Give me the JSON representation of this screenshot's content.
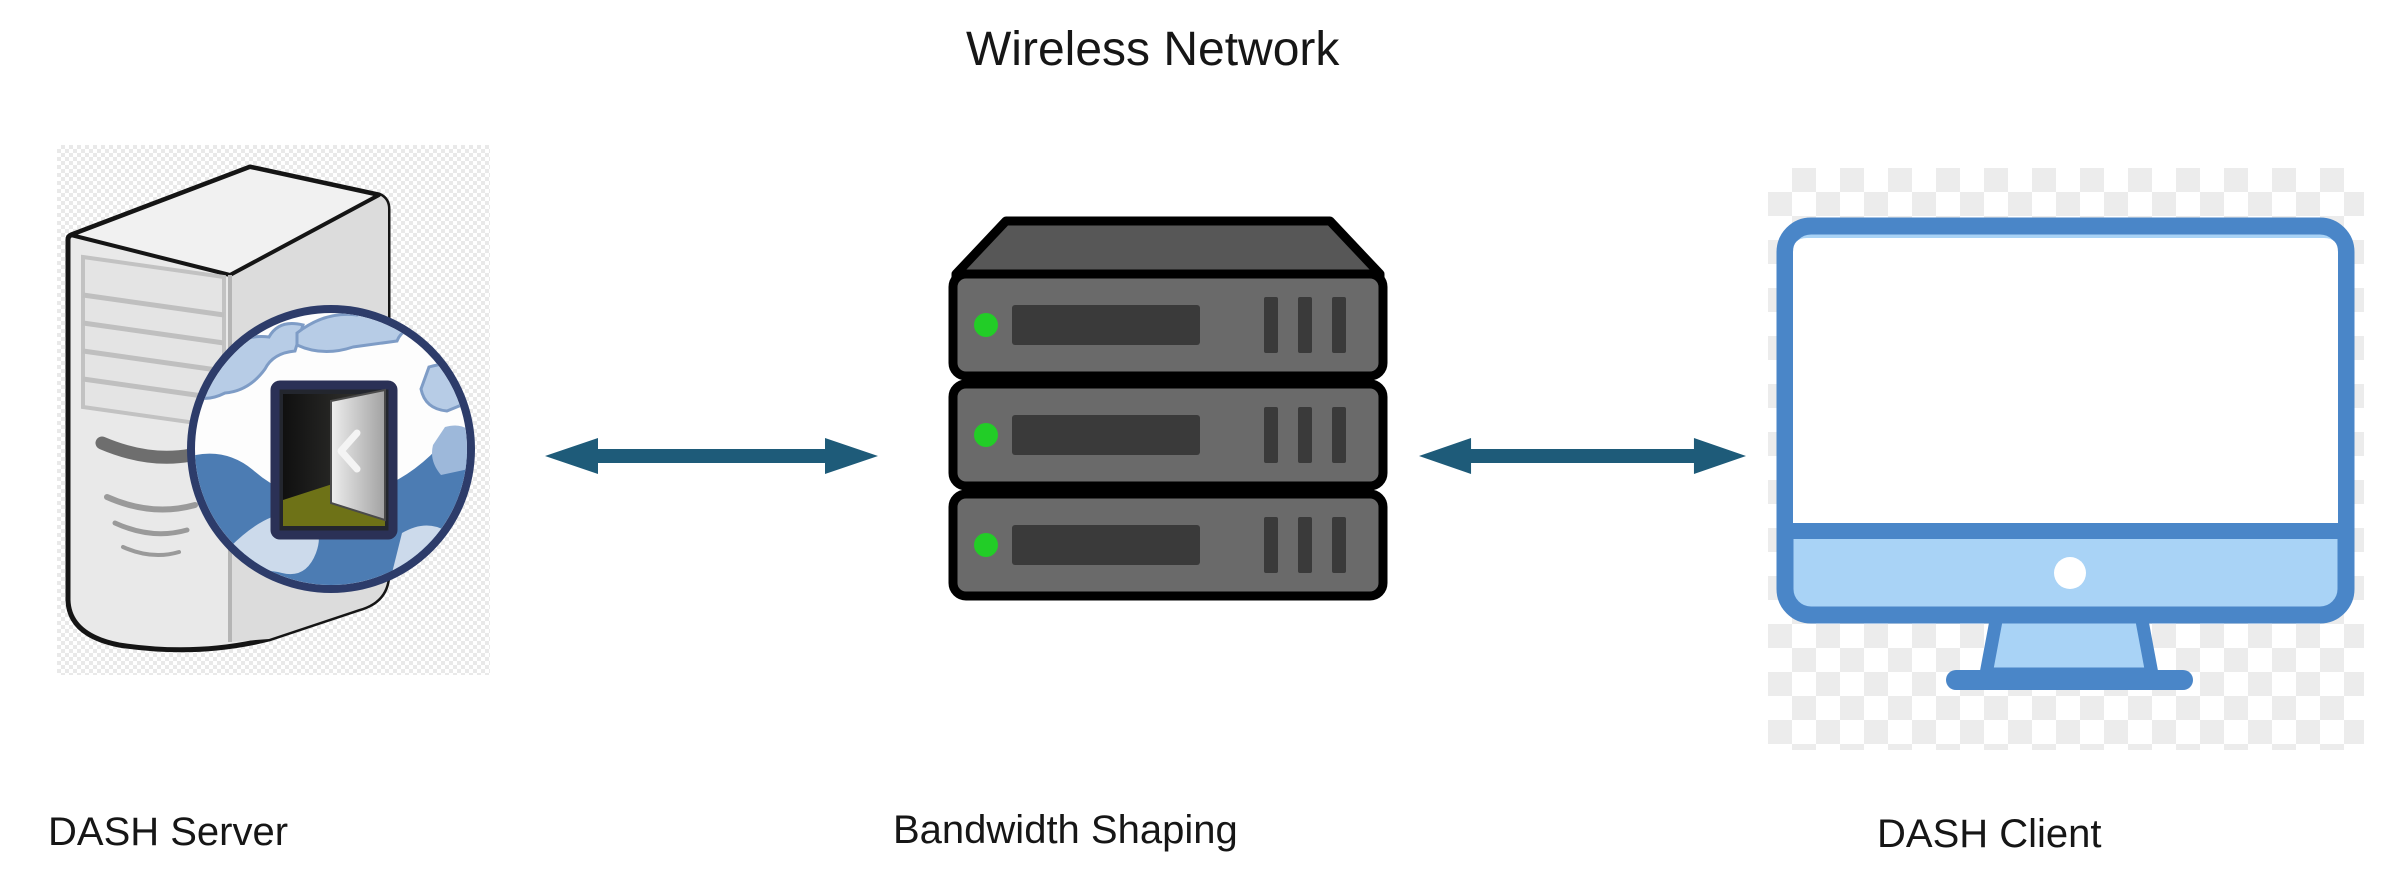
{
  "diagram": {
    "title": "Wireless Network",
    "nodes": [
      {
        "id": "dash-server",
        "label": "DASH Server",
        "icon": "web-server-icon"
      },
      {
        "id": "bandwidth-shaping",
        "label": "Bandwidth Shaping",
        "icon": "rack-server-icon"
      },
      {
        "id": "dash-client",
        "label": "DASH Client",
        "icon": "desktop-monitor-icon"
      }
    ],
    "connections": [
      {
        "from": "dash-server",
        "to": "bandwidth-shaping",
        "type": "bidirectional-arrow"
      },
      {
        "from": "bandwidth-shaping",
        "to": "dash-client",
        "type": "bidirectional-arrow"
      }
    ],
    "colors": {
      "background": "#ffffff",
      "text": "#161616",
      "arrow": "#1e5b79",
      "rack_body": "#6a6a6a",
      "rack_lid": "#575757",
      "rack_slot": "#3a3a3a",
      "rack_led": "#22cd27",
      "monitor_frame": "#4a86c8",
      "monitor_chin": "#a9d3f6",
      "globe_ocean": "#4c7cb3",
      "globe_land": "#b7cce6"
    }
  }
}
